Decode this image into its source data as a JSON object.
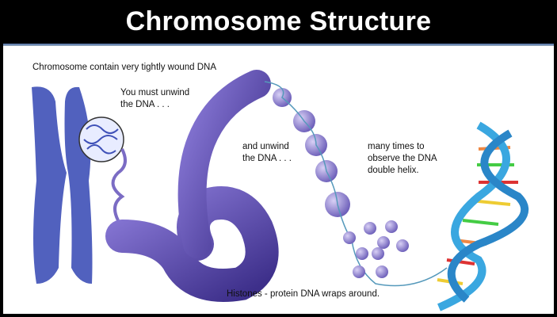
{
  "title": "Chromosome Structure",
  "labels": {
    "chromosome": "Chromosome contain very tightly wound DNA",
    "unwind1_line1": "You must unwind",
    "unwind1_line2": "the DNA . . .",
    "unwind2_line1": "and unwind",
    "unwind2_line2": "the DNA . . .",
    "helix_line1": "many times to",
    "helix_line2": "observe the DNA",
    "helix_line3": "double helix.",
    "histones": "Histones - protein DNA wraps around."
  },
  "colors": {
    "chromosome": "#3f51b8",
    "coil": "#5b4aa8",
    "histone": "#8a7fd0",
    "helix": "#3aa7e0",
    "title_bg": "#000000"
  }
}
